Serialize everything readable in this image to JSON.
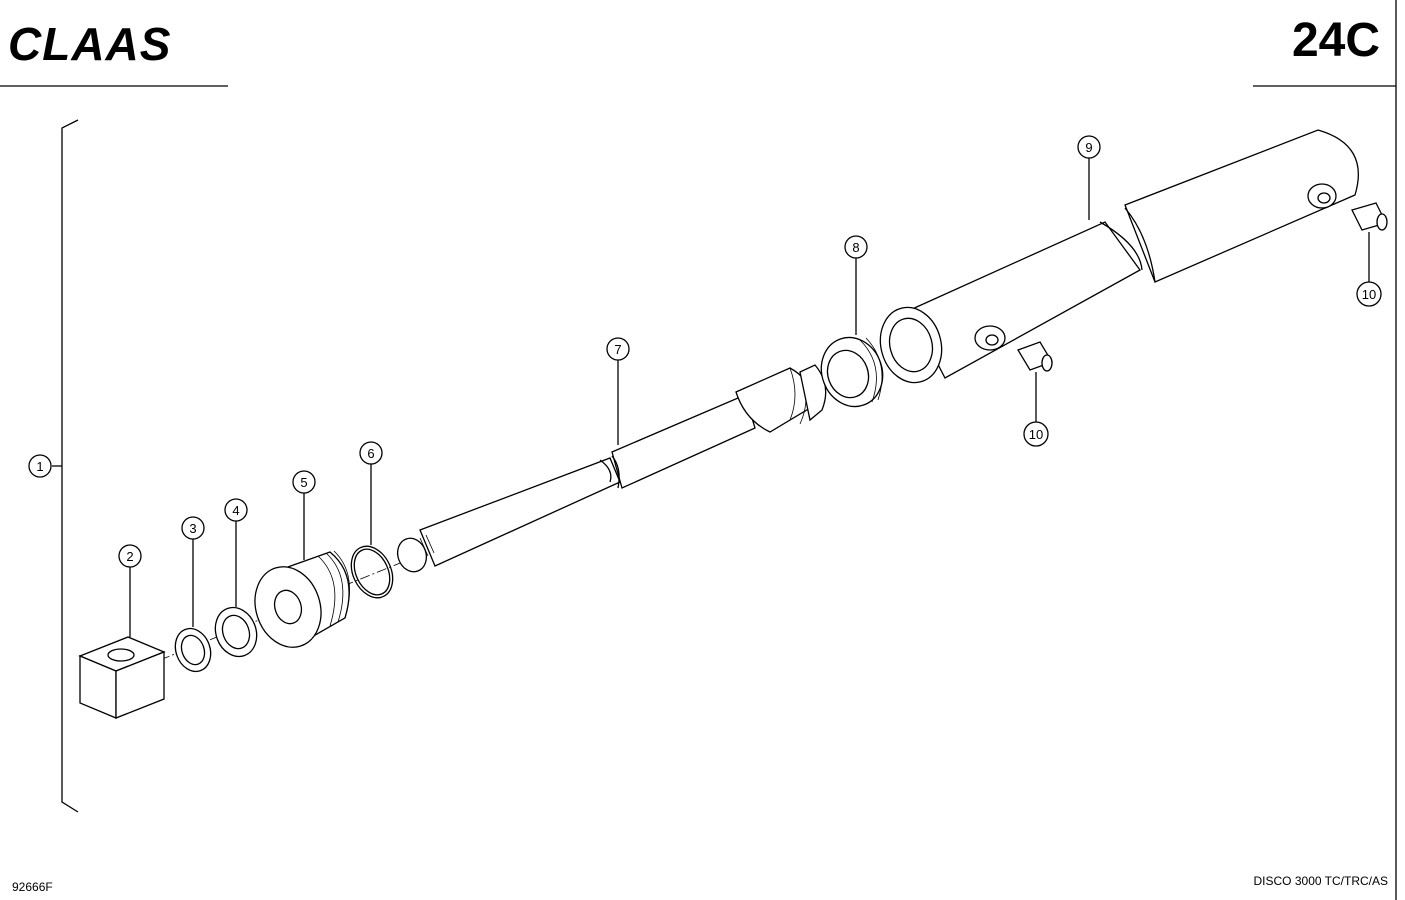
{
  "header": {
    "brand_logo": "CLAAS",
    "page_code": "24C"
  },
  "footer": {
    "figure_number": "92666F",
    "model": "DISCO 3000 TC/TRC/AS"
  },
  "callouts": {
    "c1": "1",
    "c2": "2",
    "c3": "3",
    "c4": "4",
    "c5": "5",
    "c6": "6",
    "c7": "7",
    "c8": "8",
    "c9": "9",
    "c10a": "10",
    "c10b": "10"
  }
}
